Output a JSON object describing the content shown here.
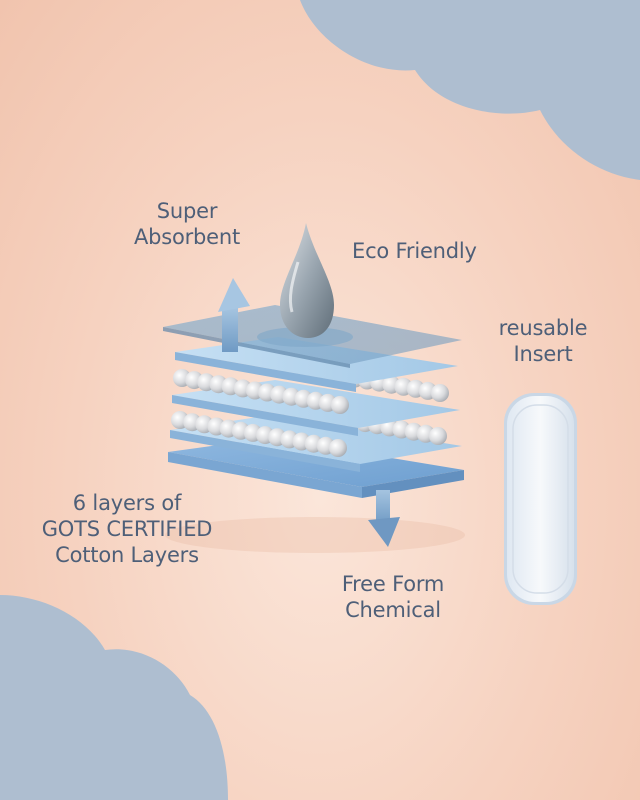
{
  "features": {
    "super_absorbent": [
      "Super",
      "Absorbent"
    ],
    "eco_friendly": "Eco Friendly",
    "reusable_insert": [
      "reusable",
      "Insert"
    ],
    "layers": [
      "6 layers of",
      "GOTS CERTIFIED",
      "Cotton Layers"
    ],
    "chemical_free": [
      "Free Form",
      "Chemical"
    ]
  },
  "colors": {
    "background": "#f6d2c0",
    "corner_blob": "#aebed0",
    "text": "#4e5f78",
    "layer_blue": "#a9cdea",
    "arrow_blue": "#8fb4d6"
  },
  "icons": {
    "droplet": "water-drop-icon",
    "up_arrow": "arrow-up-icon",
    "down_arrow": "arrow-down-icon"
  }
}
